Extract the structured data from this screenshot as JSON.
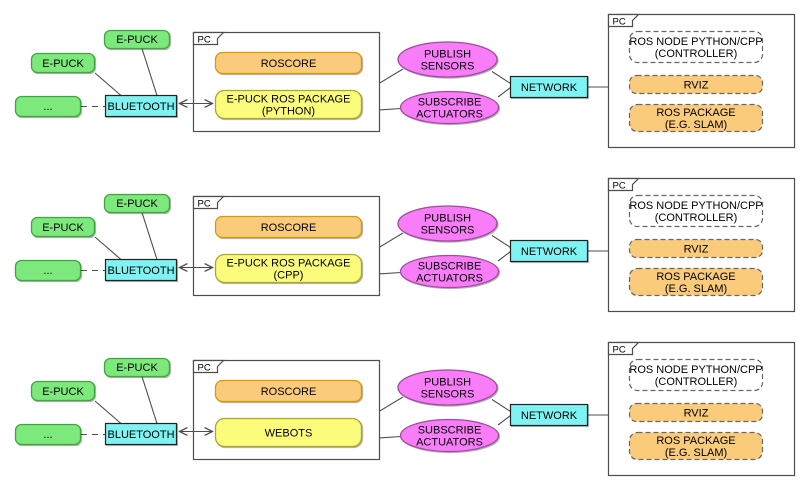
{
  "diagram": {
    "rows": [
      {
        "epuck_top": "E-PUCK",
        "epuck_left": "E-PUCK",
        "ellipsis": "...",
        "bluetooth": "BLUETOOTH",
        "pc_left_label": "PC",
        "roscore": "ROSCORE",
        "package_line1": "E-PUCK ROS PACKAGE",
        "package_line2": "(PYTHON)",
        "publish_line1": "PUBLISH",
        "publish_line2": "SENSORS",
        "subscribe_line1": "SUBSCRIBE",
        "subscribe_line2": "ACTUATORS",
        "network": "NETWORK",
        "pc_right_label": "PC",
        "ros_node_line1": "ROS NODE PYTHON/CPP",
        "ros_node_line2": "(CONTROLLER)",
        "rviz": "RVIZ",
        "ros_package_line1": "ROS PACKAGE",
        "ros_package_line2": "(E.G. SLAM)"
      },
      {
        "epuck_top": "E-PUCK",
        "epuck_left": "E-PUCK",
        "ellipsis": "...",
        "bluetooth": "BLUETOOTH",
        "pc_left_label": "PC",
        "roscore": "ROSCORE",
        "package_line1": "E-PUCK ROS PACKAGE",
        "package_line2": "(CPP)",
        "publish_line1": "PUBLISH",
        "publish_line2": "SENSORS",
        "subscribe_line1": "SUBSCRIBE",
        "subscribe_line2": "ACTUATORS",
        "network": "NETWORK",
        "pc_right_label": "PC",
        "ros_node_line1": "ROS NODE PYTHON/CPP",
        "ros_node_line2": "(CONTROLLER)",
        "rviz": "RVIZ",
        "ros_package_line1": "ROS PACKAGE",
        "ros_package_line2": "(E.G. SLAM)"
      },
      {
        "epuck_top": "E-PUCK",
        "epuck_left": "E-PUCK",
        "ellipsis": "...",
        "bluetooth": "BLUETOOTH",
        "pc_left_label": "PC",
        "roscore": "ROSCORE",
        "package_line1": "WEBOTS",
        "package_line2": "",
        "publish_line1": "PUBLISH",
        "publish_line2": "SENSORS",
        "subscribe_line1": "SUBSCRIBE",
        "subscribe_line2": "ACTUATORS",
        "network": "NETWORK",
        "pc_right_label": "PC",
        "ros_node_line1": "ROS NODE PYTHON/CPP",
        "ros_node_line2": "(CONTROLLER)",
        "rviz": "RVIZ",
        "ros_package_line1": "ROS PACKAGE",
        "ros_package_line2": "(E.G. SLAM)"
      }
    ],
    "colors": {
      "epuck_fill": "#7de97d",
      "epuck_stroke": "#3fa53f",
      "network_fill": "#7ff2f2",
      "roscore_fill": "#fbcb7c",
      "roscore_stroke": "#d79b00",
      "package_fill": "#fbfb7c",
      "topic_fill": "#f97df9",
      "topic_stroke": "#9e4b9e",
      "connector": "#4d4d4d"
    }
  }
}
